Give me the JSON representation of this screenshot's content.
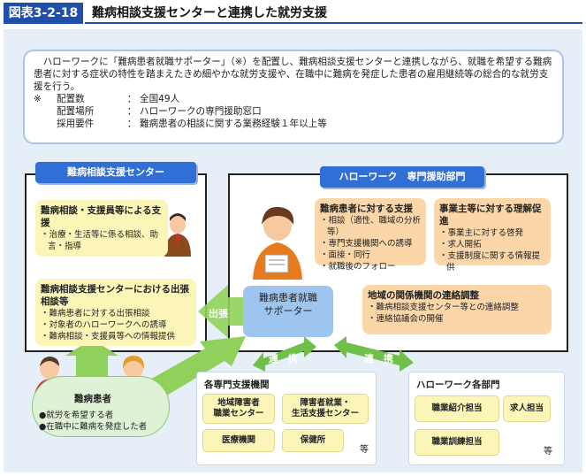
{
  "header": {
    "fig_label": "図表3-2-18",
    "title": "難病相談支援センターと連携した就労支援"
  },
  "intro": {
    "paragraph": "ハローワークに「難病患者就職サポーター」（※）を配置し、難病相談支援センターと連携しながら、就職を希望する難病患者に対する症状の特性を踏まえたきめ細やかな就労支援や、在職中に難病を発症した患者の雇用継続等の総合的な就労支援を行う。",
    "note_mark": "※",
    "specs": [
      {
        "key": "配置数",
        "sep": "：",
        "value": "全国49人"
      },
      {
        "key": "配置場所",
        "sep": "：",
        "value": "ハローワークの専門援助窓口"
      },
      {
        "key": "採用要件",
        "sep": "：",
        "value": "難病患者の相談に関する業務経験１年以上等"
      }
    ]
  },
  "center": {
    "heading": "難病相談支援センター",
    "support_box": {
      "title": "難病相談・支援員等による支援",
      "items": [
        "・治療・生活等に係る相談、助言・指導"
      ]
    },
    "outreach_box": {
      "title": "難病相談支援センターにおける出張相談等",
      "items": [
        "・難病患者に対する出張相談",
        "・対象者のハローワークへの誘導",
        "・難病相談・支援員等への情報提供"
      ]
    }
  },
  "hellowork": {
    "heading": "ハローワーク　専門援助部門",
    "patient_support": {
      "title": "難病患者に対する支援",
      "items": [
        "・相談（適性、職域の分析等）",
        "・専門支援機関への誘導",
        "・面接・同行",
        "・就職後のフォロー"
      ]
    },
    "employer_support": {
      "title": "事業主等に対する理解促進",
      "items": [
        "・事業主に対する啓発",
        "・求人開拓",
        "・支援制度に関する情報提供"
      ]
    },
    "coordination": {
      "title": "地域の関係機関の連絡調整",
      "items": [
        "・難病相談支援センター等との連絡調整",
        "・連絡協議会の開催"
      ]
    },
    "supporter": {
      "line1": "難病患者就職",
      "line2": "サポーター"
    }
  },
  "labels": {
    "dispatch": "出張",
    "renkei_left": "連　携",
    "renkei_right": "連　携"
  },
  "patients": {
    "title": "難病患者",
    "items": [
      "●就労を希望する者",
      "●在職中に難病を発症した者"
    ]
  },
  "agencies": {
    "title": "各専門支援機関",
    "items": [
      {
        "line1": "地域障害者",
        "line2": "職業センター"
      },
      {
        "line1": "障害者就業・",
        "line2": "生活支援センター"
      },
      {
        "line1": "医療機関",
        "line2": ""
      },
      {
        "line1": "保健所",
        "line2": ""
      }
    ],
    "etc": "等"
  },
  "hw_departments": {
    "title": "ハローワーク各部門",
    "items": [
      "職業紹介担当",
      "求人担当",
      "職業訓練担当"
    ],
    "etc": "等"
  },
  "colors": {
    "accent_blue": "#2f6fd6",
    "arrow_green": "#8fd15a",
    "yellow_box": "#fbf5b8",
    "orange_box": "#fbd6a9",
    "supporter_blue": "#9ec5ef"
  },
  "icons": [
    "counselor-person-icon",
    "hellowork-staff-icon",
    "patient-man-icon",
    "patient-woman-icon"
  ]
}
